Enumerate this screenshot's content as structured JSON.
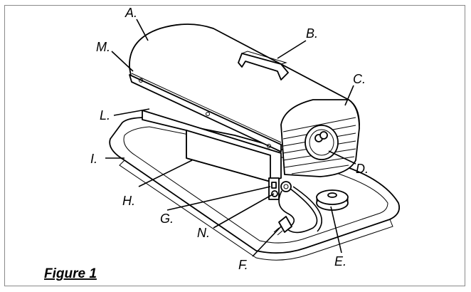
{
  "figure": {
    "caption": "Figure 1"
  },
  "labels": {
    "A": "A.",
    "B": "B.",
    "C": "C.",
    "D": "D.",
    "E": "E.",
    "F": "F.",
    "G": "G.",
    "H": "H.",
    "I": "I.",
    "L": "L.",
    "M": "M.",
    "N": "N."
  }
}
